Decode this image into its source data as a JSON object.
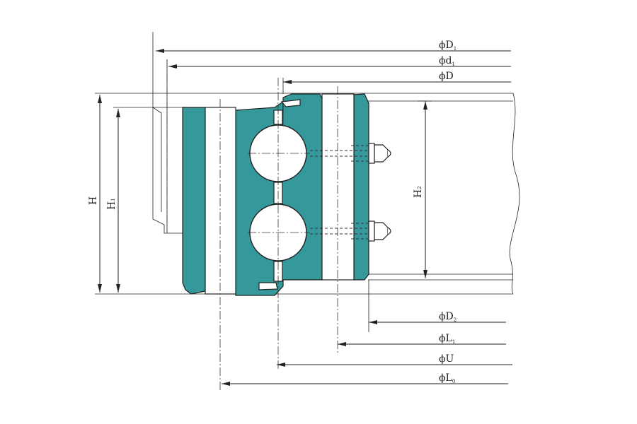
{
  "title": "",
  "colors": {
    "ring": "#35989a",
    "line": "#222222",
    "background": "#ffffff"
  },
  "dimensions": {
    "top": [
      {
        "id": "D1",
        "symbol": "ϕ",
        "letter": "D",
        "sub": "1"
      },
      {
        "id": "d1",
        "symbol": "ϕ",
        "letter": "d",
        "sub": "1"
      },
      {
        "id": "D",
        "symbol": "ϕ",
        "letter": "D",
        "sub": ""
      }
    ],
    "bottom": [
      {
        "id": "D2",
        "symbol": "ϕ",
        "letter": "D",
        "sub": "2"
      },
      {
        "id": "L1",
        "symbol": "ϕ",
        "letter": "L",
        "sub": "1"
      },
      {
        "id": "U",
        "symbol": "ϕ",
        "letter": "U",
        "sub": ""
      },
      {
        "id": "L0",
        "symbol": "ϕ",
        "letter": "L",
        "sub": "0"
      }
    ],
    "vertical": [
      {
        "id": "H",
        "text": "H"
      },
      {
        "id": "H1",
        "text": "H",
        "sub": "1"
      },
      {
        "id": "H2",
        "text": "H",
        "sub": "2"
      }
    ]
  }
}
